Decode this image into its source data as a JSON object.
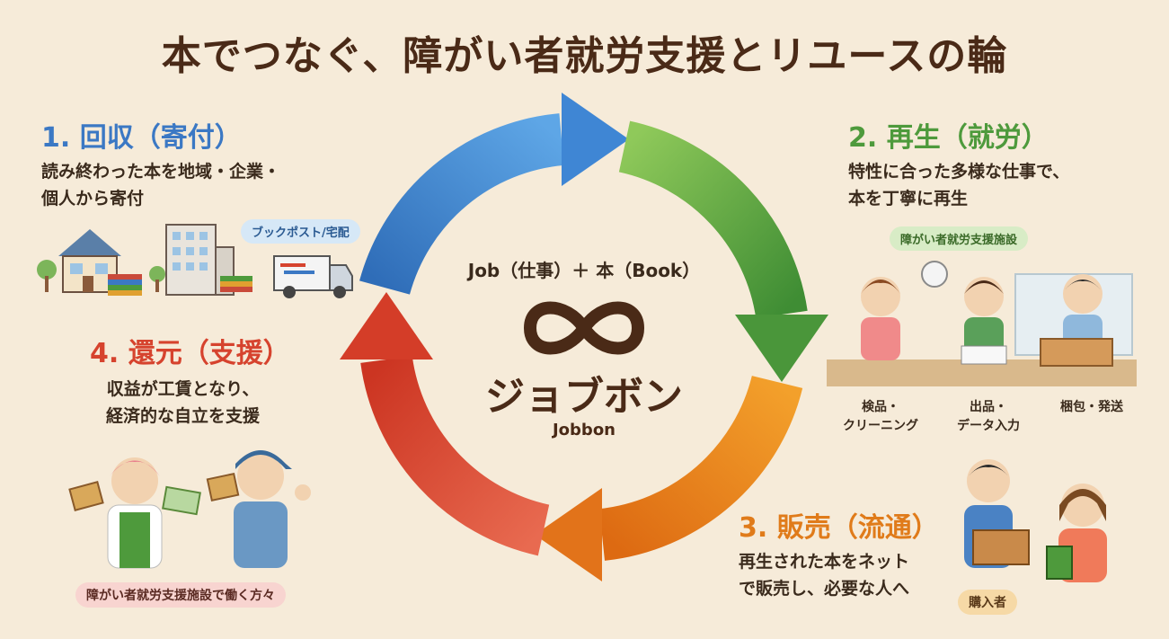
{
  "title": "本でつなぐ、障がい者就労支援とリユースの輪",
  "center": {
    "formula": "Job（仕事）＋ 本（Book）",
    "logo_name": "ジョブボン",
    "logo_sub": "Jobbon",
    "logo_symbol": "infinity-symbol"
  },
  "steps": [
    {
      "title": "1. 回収（寄付）",
      "desc_lines": [
        "読み終わった本を地域・企業・",
        "個人から寄付"
      ],
      "color": "#3b78c4"
    },
    {
      "title": "2. 再生（就労）",
      "desc_lines": [
        "特性に合った多様な仕事で、",
        "本を丁寧に再生"
      ],
      "color": "#4e9a3c"
    },
    {
      "title": "3. 販売（流通）",
      "desc_lines": [
        "再生された本をネット",
        "で販売し、必要な人へ"
      ],
      "color": "#e07b1a"
    },
    {
      "title": "4. 還元（支援）",
      "desc_lines": [
        "収益が工賃となり、",
        "経済的な自立を支援"
      ],
      "color": "#d6432e"
    }
  ],
  "labels": {
    "bookpost": "ブックポスト/宅配",
    "facility": "障がい者就労支援施設",
    "task1": [
      "検品・",
      "クリーニング"
    ],
    "task2": [
      "出品・",
      "データ入力"
    ],
    "task3": "梱包・発送",
    "buyer": "購入者",
    "workers": "障がい者就労支援施設で働く方々"
  },
  "colors": {
    "background": "#f6ebd9",
    "title": "#4a2a17",
    "blue": "#3b78c4",
    "green": "#4e9a3c",
    "orange": "#e07b1a",
    "red": "#d6432e"
  }
}
